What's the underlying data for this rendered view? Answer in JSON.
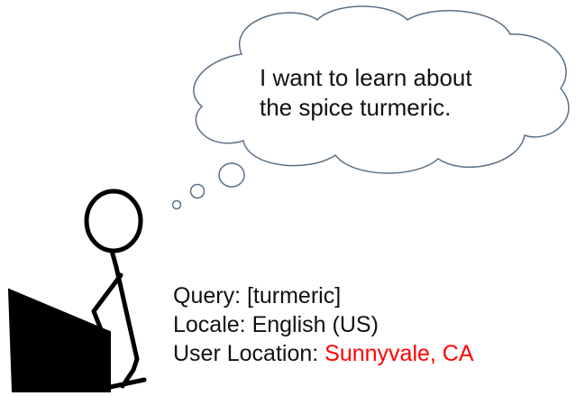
{
  "thought": {
    "line1": "I want to learn about",
    "line2": "the spice turmeric."
  },
  "info": {
    "query_label": "Query:",
    "query_value": "[turmeric]",
    "locale_label": "Locale:",
    "locale_value": "English (US)",
    "location_label": "User Location:",
    "location_value": "Sunnyvale, CA"
  },
  "colors": {
    "text": "#111111",
    "location_highlight": "#ff0000",
    "outline": "#5a6f86",
    "figure": "#000000"
  }
}
